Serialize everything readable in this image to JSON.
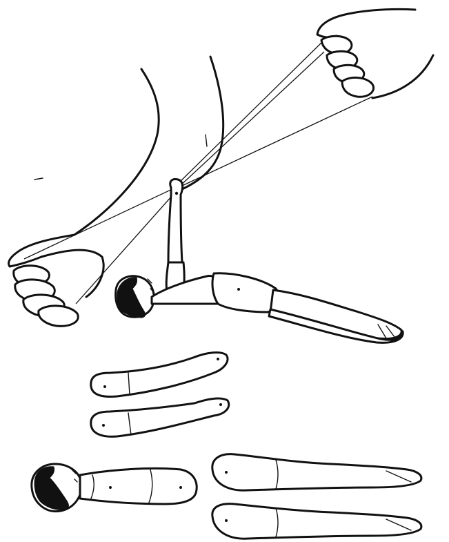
{
  "illustration": {
    "ink_color": "#111111",
    "background_color": "#ffffff",
    "panels": [
      "assembled-string-puppet-operated-by-two-hands",
      "disassembled-puppet-parts"
    ],
    "parts": [
      "upper-arm-piece",
      "lower-arm-piece",
      "head-and-torso-piece",
      "upper-leg-piece",
      "lower-leg-piece"
    ]
  }
}
